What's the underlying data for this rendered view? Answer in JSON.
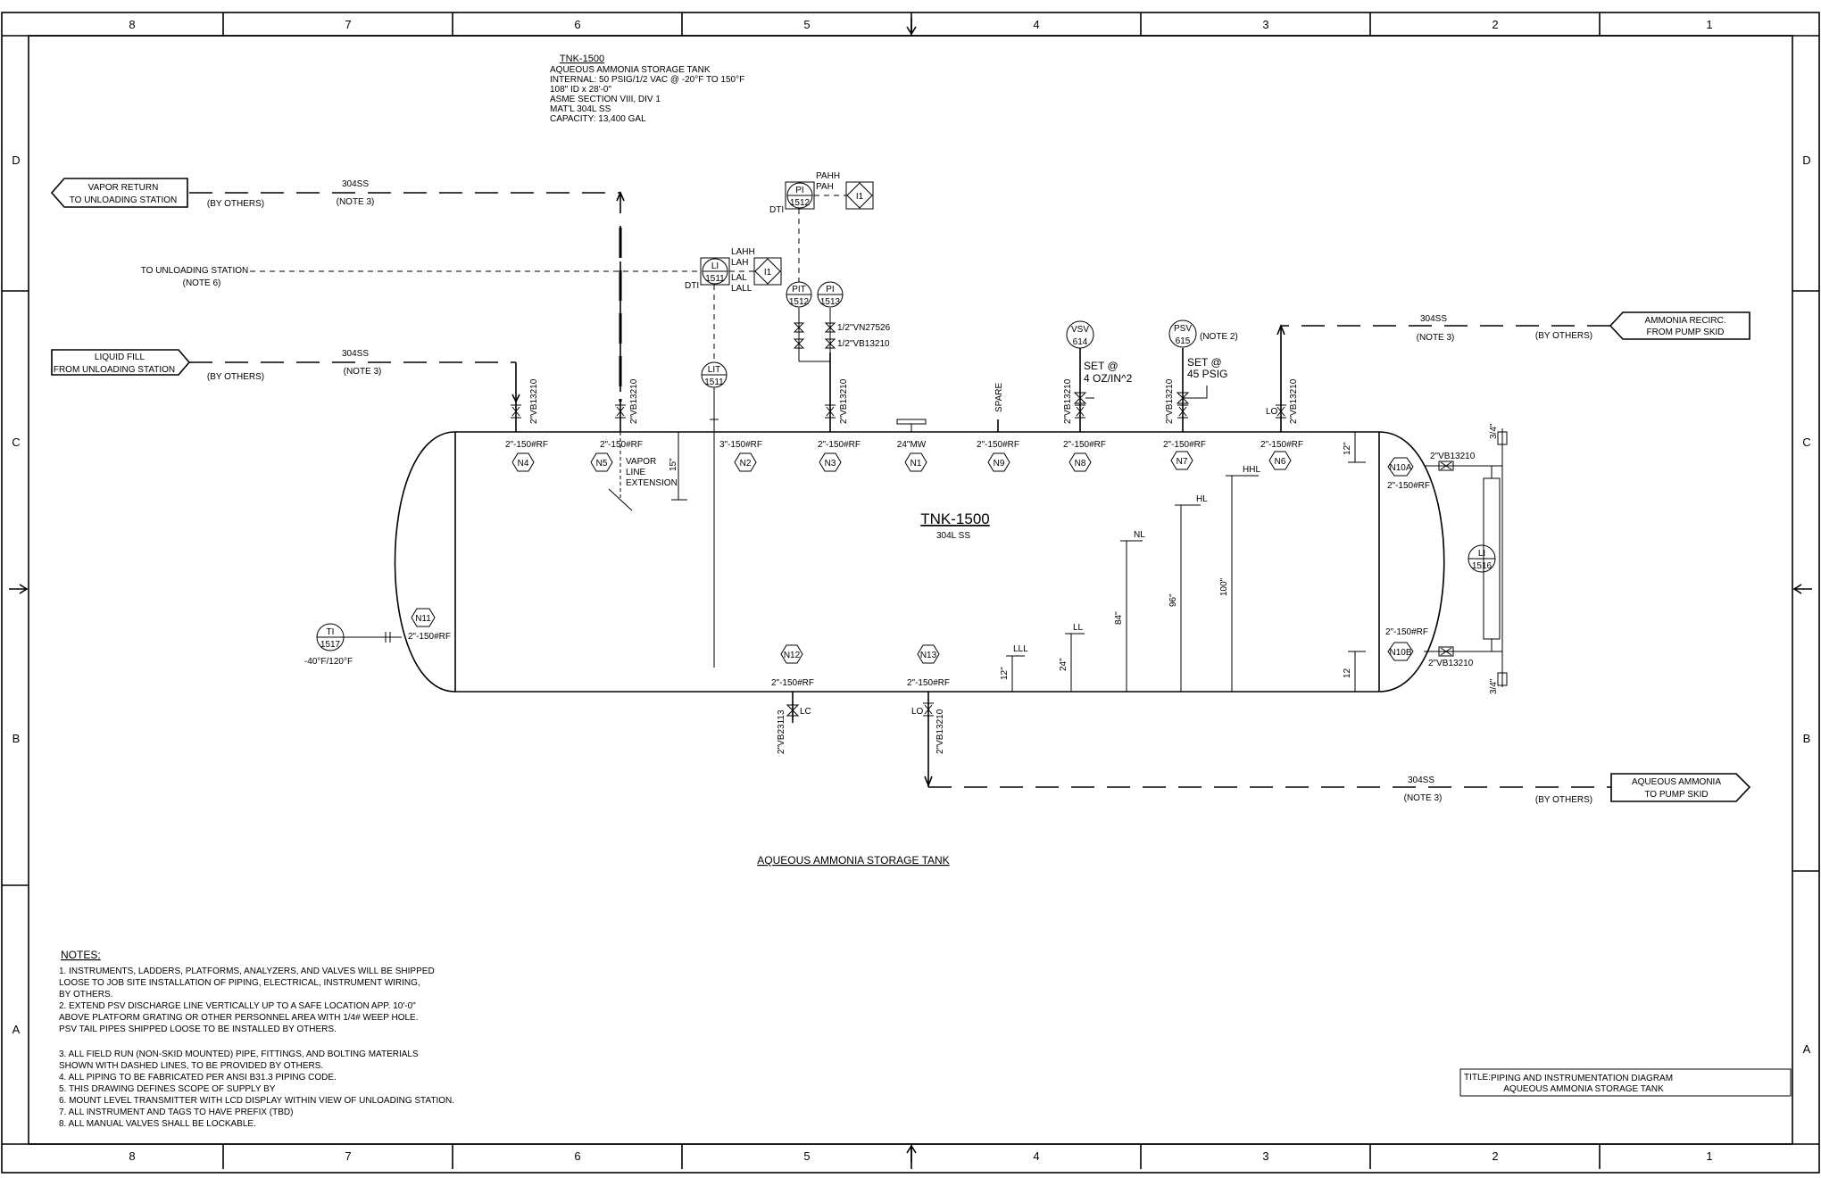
{
  "border": {
    "cols_top": [
      "8",
      "7",
      "6",
      "5",
      "4",
      "3",
      "2",
      "1"
    ],
    "cols_bottom": [
      "8",
      "7",
      "6",
      "5",
      "4",
      "3",
      "2",
      "1"
    ],
    "rows_left": [
      "D",
      "C",
      "B",
      "A"
    ],
    "rows_right": [
      "D",
      "C",
      "B",
      "A"
    ]
  },
  "spec": {
    "title": "TNK-1500",
    "lines": [
      "AQUEOUS AMMONIA STORAGE TANK",
      "INTERNAL: 50 PSIG/1/2 VAC @ -20°F TO 150°F",
      "108\" ID x 28'-0\"",
      "ASME SECTION VIII, DIV 1",
      "MAT'L 304L SS",
      "CAPACITY: 13,400 GAL"
    ]
  },
  "tank": {
    "tag": "TNK-1500",
    "material": "304L SS"
  },
  "offpage": {
    "vapor_return": [
      "VAPOR RETURN",
      "TO UNLOADING STATION"
    ],
    "liquid_fill": [
      "LIQUID FILL",
      "FROM UNLOADING STATION"
    ],
    "ammonia_recirc": [
      "AMMONIA RECIRC.",
      "FROM PUMP SKID"
    ],
    "aqueous_out": [
      "AQUEOUS AMMONIA",
      "TO PUMP SKID"
    ]
  },
  "line_labels": {
    "pipe": "304SS",
    "note3": "(NOTE 3)",
    "by_others": "(BY OTHERS)",
    "to_unloading": "TO UNLOADING STATION",
    "note6": "(NOTE 6)"
  },
  "instruments": {
    "pi1512": [
      "PI",
      "1512"
    ],
    "pit1512": [
      "PIT",
      "1512"
    ],
    "pi1513": [
      "PI",
      "1513"
    ],
    "li1511": [
      "LI",
      "1511"
    ],
    "lit1511": [
      "LIT",
      "1511"
    ],
    "vsv614": [
      "VSV",
      "614"
    ],
    "psv615": [
      "PSV",
      "615"
    ],
    "ti1517": [
      "TI",
      "1517"
    ],
    "li1516": [
      "LI",
      "1516"
    ],
    "i1": "I1",
    "dti": "DTI",
    "pahh": "PAHH",
    "pah": "PAH",
    "lahh": "LAHH",
    "lah": "LAH",
    "lal": "LAL",
    "lall": "LALL",
    "ti_range": "-40°F/120°F",
    "vsv_set": [
      "SET @",
      "4 OZ/IN^2"
    ],
    "psv_set": [
      "SET @",
      "45 PSIG"
    ],
    "note2": "(NOTE 2)",
    "vn": "1/2\"VN27526",
    "vb_half": "1/2\"VB13210"
  },
  "nozzles": {
    "n4": {
      "tag": "N4",
      "size": "2\"-150#RF",
      "valve": "2\"VB13210"
    },
    "n5": {
      "tag": "N5",
      "size": "2\"-150#RF",
      "valve": "2\"VB13210"
    },
    "n2": {
      "tag": "N2",
      "size": "3\"-150#RF"
    },
    "n3": {
      "tag": "N3",
      "size": "2\"-150#RF",
      "valve": "2\"VB13210"
    },
    "n1": {
      "tag": "N1",
      "size": "24\"MW"
    },
    "n9": {
      "tag": "N9",
      "size": "2\"-150#RF",
      "label": "SPARE"
    },
    "n8": {
      "tag": "N8",
      "size": "2\"-150#RF",
      "valve": "2\"VB13210"
    },
    "n7": {
      "tag": "N7",
      "size": "2\"-150#RF",
      "valve": "2\"VB13210"
    },
    "n6": {
      "tag": "N6",
      "size": "2\"-150#RF",
      "valve": "2\"VB13210",
      "lo": "LO"
    },
    "n10a": {
      "tag": "N10A",
      "size": "2\"-150#RF",
      "valve": "2\"VB13210"
    },
    "n10b": {
      "tag": "N10B",
      "size": "2\"-150#RF",
      "valve": "2\"VB13210"
    },
    "n11": {
      "tag": "N11",
      "size": "2\"-150#RF"
    },
    "n12": {
      "tag": "N12",
      "size": "2\"-150#RF",
      "valve": "2\"VB23113",
      "lc": "LC"
    },
    "n13": {
      "tag": "N13",
      "size": "2\"-150#RF",
      "valve": "2\"VB13210",
      "lo": "LO"
    }
  },
  "vapor_ext": [
    "VAPOR",
    "LINE",
    "EXTENSION"
  ],
  "dims": {
    "d15": "15\"",
    "d12a": "12\"",
    "d12b": "12",
    "d12c": "12\"",
    "d24": "24\"",
    "d84": "84\"",
    "d96": "96\"",
    "d100": "100\"",
    "lll": "LLL",
    "ll": "LL",
    "nl": "NL",
    "hl": "HL",
    "hhl": "HHL",
    "three_quarter": "3/4\""
  },
  "drawing_title": "AQUEOUS AMMONIA STORAGE TANK",
  "notes": {
    "heading": "NOTES:",
    "lines": [
      "1. INSTRUMENTS, LADDERS, PLATFORMS, ANALYZERS, AND VALVES WILL BE SHIPPED",
      "   LOOSE TO JOB SITE INSTALLATION OF PIPING, ELECTRICAL, INSTRUMENT WIRING,",
      "   BY OTHERS.",
      "2. EXTEND PSV DISCHARGE LINE VERTICALLY UP TO A SAFE LOCATION APP. 10'-0\"",
      "   ABOVE PLATFORM GRATING OR OTHER PERSONNEL AREA WITH 1/4# WEEP HOLE.",
      "   PSV TAIL PIPES SHIPPED LOOSE TO BE INSTALLED BY OTHERS.",
      "",
      "3. ALL FIELD RUN (NON-SKID MOUNTED) PIPE, FITTINGS, AND BOLTING MATERIALS",
      "   SHOWN WITH DASHED LINES, TO BE PROVIDED BY OTHERS.",
      "4. ALL PIPING TO BE FABRICATED PER ANSI B31.3 PIPING CODE.",
      "5. THIS DRAWING DEFINES SCOPE OF SUPPLY BY",
      "6. MOUNT LEVEL TRANSMITTER WITH LCD DISPLAY WITHIN VIEW OF UNLOADING STATION.",
      "7. ALL INSTRUMENT AND TAGS TO HAVE PREFIX (TBD)",
      "8. ALL MANUAL VALVES SHALL BE LOCKABLE."
    ]
  },
  "title_block": {
    "label": "TITLE:",
    "line1": "PIPING AND INSTRUMENTATION DIAGRAM",
    "line2": "AQUEOUS AMMONIA STORAGE TANK"
  }
}
